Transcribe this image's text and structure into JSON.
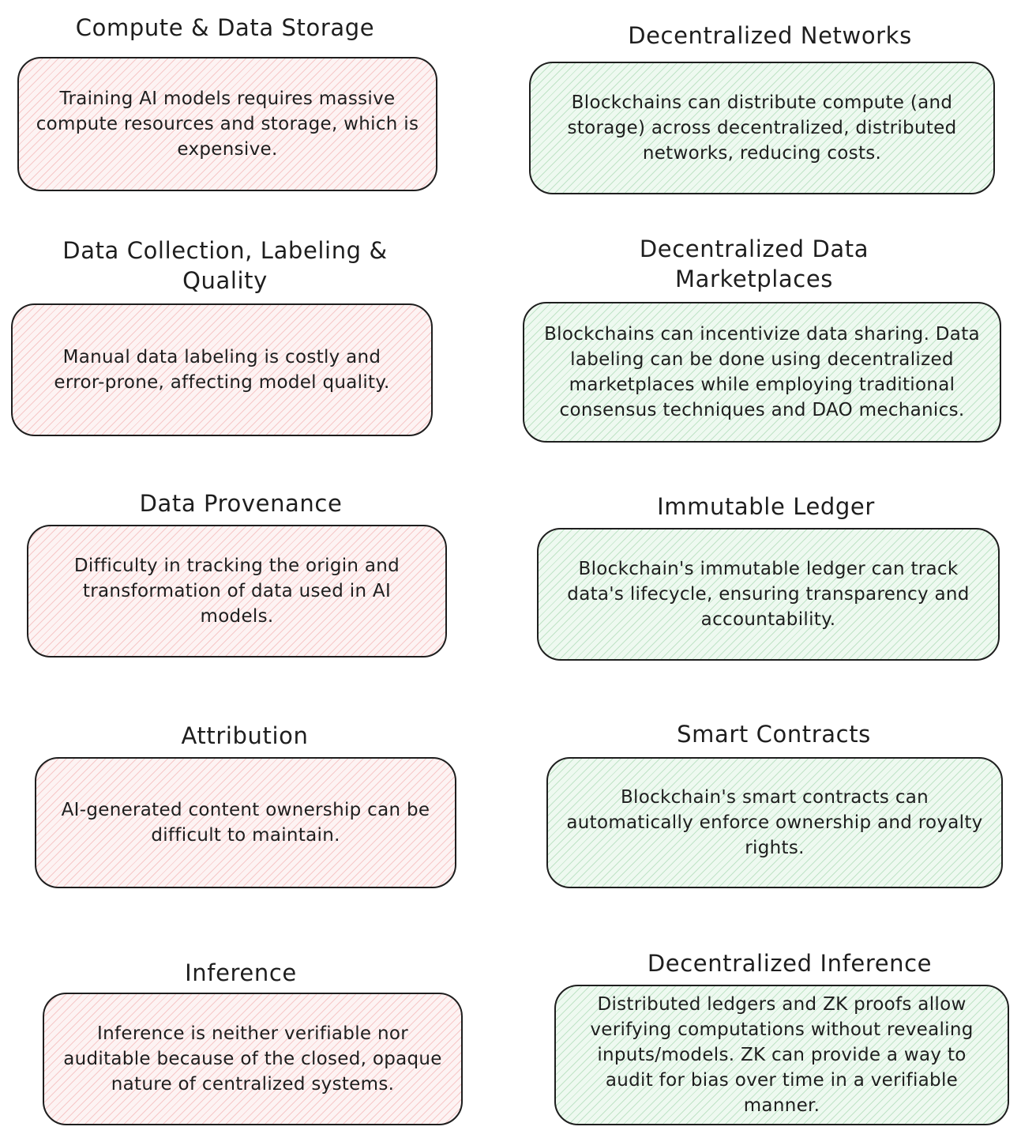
{
  "colors": {
    "stroke": "#1e1e1e",
    "problem_fill": "#ffc9c9",
    "problem_hatch": "#e03131",
    "solution_fill": "#b2f2bb",
    "solution_hatch": "#2f9e44"
  },
  "problems": [
    {
      "title": "Compute & Data Storage",
      "text": "Training AI models requires massive compute resources and storage, which is expensive."
    },
    {
      "title": "Data Collection, Labeling & Quality",
      "text": "Manual data labeling is costly and error-prone, affecting model quality."
    },
    {
      "title": "Data Provenance",
      "text": "Difficulty in tracking the origin and transformation of data used in AI models."
    },
    {
      "title": "Attribution",
      "text": "AI-generated content ownership can be difficult to maintain."
    },
    {
      "title": "Inference",
      "text": "Inference is neither verifiable nor auditable because of the closed, opaque nature of centralized systems."
    }
  ],
  "solutions": [
    {
      "title": "Decentralized Networks",
      "text": "Blockchains can distribute compute (and storage) across decentralized, distributed networks, reducing costs."
    },
    {
      "title": "Decentralized Data Marketplaces",
      "text": "Blockchains can incentivize data sharing. Data labeling can be done using decentralized marketplaces while employing traditional consensus techniques and DAO mechanics."
    },
    {
      "title": "Immutable Ledger",
      "text": "Blockchain's immutable ledger can track data's lifecycle, ensuring transparency and accountability."
    },
    {
      "title": "Smart Contracts",
      "text": "Blockchain's smart contracts can automatically enforce ownership and royalty rights."
    },
    {
      "title": "Decentralized Inference",
      "text": "Distributed ledgers and ZK proofs allow verifying computations without revealing inputs/models. ZK can provide a way to audit for bias over time in a verifiable manner."
    }
  ]
}
